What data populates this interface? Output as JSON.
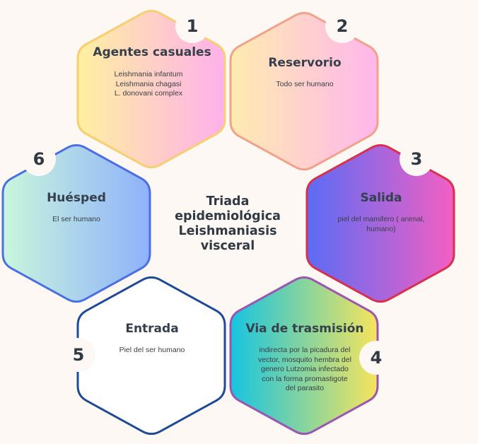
{
  "center": {
    "lines": [
      "Triada",
      "epidemiológica",
      "Leishmaniasis",
      "visceral"
    ]
  },
  "hexagons": [
    {
      "number": "1",
      "title": "Agentes casuales",
      "lines": [
        "Leishmania infantum",
        "Leishmania chagasi",
        "L. donovani complex"
      ],
      "gradient": [
        "#fff0a0",
        "#ffb0ec"
      ],
      "border": "#f7cf72"
    },
    {
      "number": "2",
      "title": "Reservorio",
      "lines": [
        "Todo ser humano"
      ],
      "gradient": [
        "#ffecb0",
        "#ffb6ec"
      ],
      "border": "#f2a28a"
    },
    {
      "number": "3",
      "title": "Salida",
      "lines": [
        "piel del mamifero (   animal,",
        "humano)"
      ],
      "gradient": [
        "#5b6cf5",
        "#f35fc3"
      ],
      "border": "#d9304f"
    },
    {
      "number": "4",
      "title": "Via de trasmisión",
      "lines": [
        "indirecta por la picadura del",
        "vector, mosquito hembra del",
        "genero Lutzomia infectado",
        "con la forma promastigote",
        "del parasito"
      ],
      "gradient": [
        "#16c4e0",
        "#f7e45c"
      ],
      "border": "#9a56b0"
    },
    {
      "number": "5",
      "title": "Entrada",
      "lines": [
        "Piel del ser humano"
      ],
      "gradient": [
        "#ffffff",
        "#ffffff"
      ],
      "border": "#1e4a96"
    },
    {
      "number": "6",
      "title": "Huésped",
      "lines": [
        "El ser humano"
      ],
      "gradient": [
        "#c9f6dc",
        "#8fb1fb"
      ],
      "border": "#4a70e4"
    }
  ]
}
